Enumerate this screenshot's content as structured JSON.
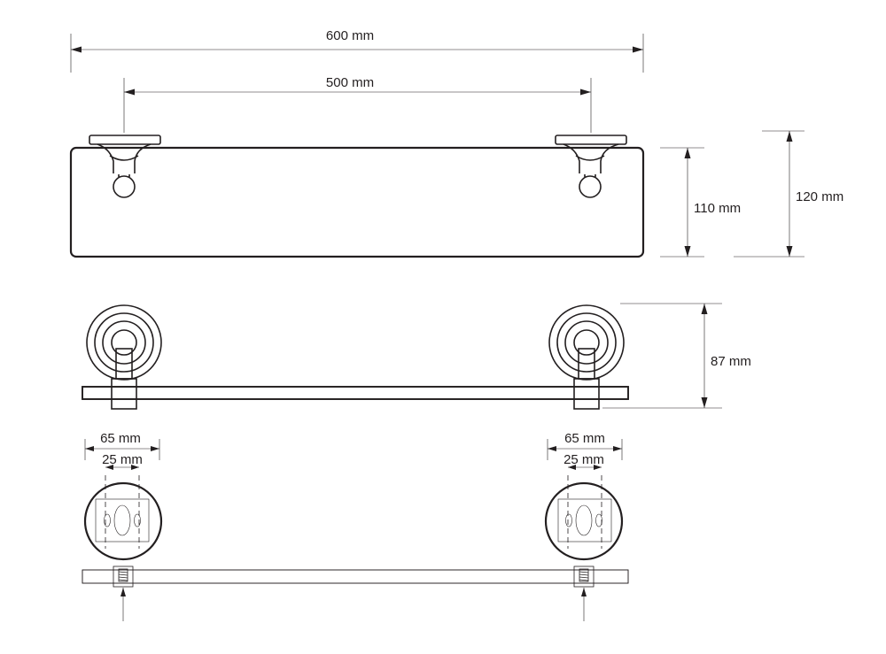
{
  "dimensions": {
    "total_width": "600 mm",
    "bracket_spacing": "500 mm",
    "glass_height": "110 mm",
    "total_height": "120 mm",
    "depth": "87 mm",
    "left_rosette_diameter": "65 mm",
    "left_hole_spacing": "25 mm",
    "right_rosette_diameter": "65 mm",
    "right_hole_spacing": "25 mm"
  }
}
